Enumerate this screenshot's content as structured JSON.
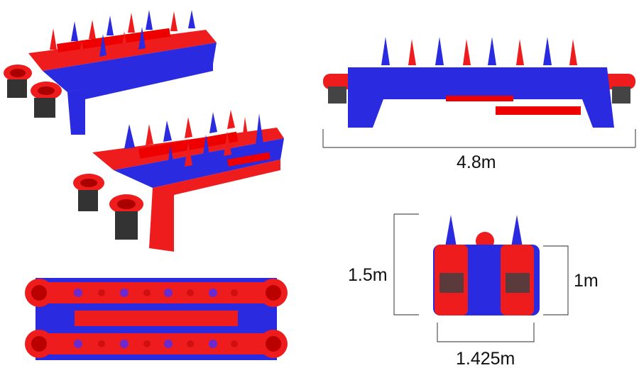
{
  "dimensions": {
    "length": "4.8m",
    "height": "1.5m",
    "body_height": "1m",
    "width": "1.425m"
  },
  "colors": {
    "red": "#ee1c1c",
    "blue": "#2a2ae0",
    "dark": "#333333",
    "line": "#555555"
  }
}
